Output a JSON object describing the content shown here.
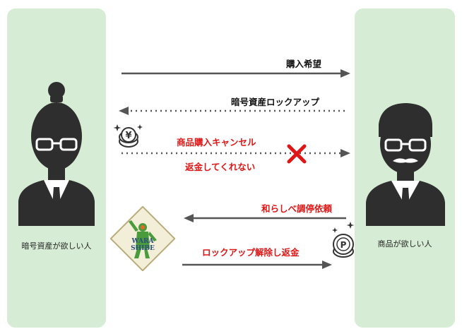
{
  "persons": {
    "left_label": "暗号資産が欲しい人",
    "right_label": "商品が欲しい人"
  },
  "flows": {
    "purchase_request": "購入希望",
    "crypto_lockup": "暗号資産ロックアップ",
    "cancel_purchase": "商品購入キャンセル",
    "no_refund": "返金してくれない",
    "mediation_request": "和らしべ調停依頼",
    "unlock_refund": "ロックアップ解除し返金"
  },
  "icons": {
    "yen_coin": "yen-coin-icon",
    "point_coin": "point-coin-icon",
    "cross": "cross-icon",
    "mediator_logo": "warashibe-logo"
  },
  "logo": {
    "line1": "WARA",
    "line2": "SHIBE"
  },
  "colors": {
    "panel": "#d6ecd4",
    "person": "#2e2e2e",
    "arrow": "#555555",
    "alert": "#e01515"
  }
}
